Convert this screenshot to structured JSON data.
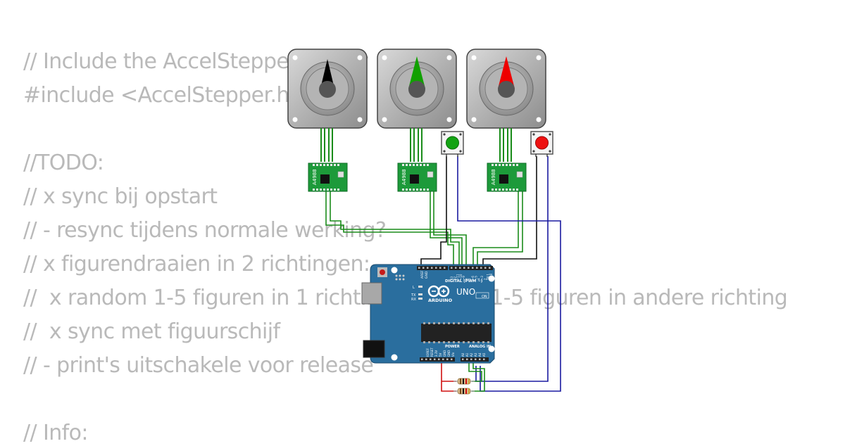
{
  "code_lines": [
    "// Include the AccelStepper library",
    "#include <AccelStepper.h>",
    "",
    "//TODO:",
    "// x sync bij opstart",
    "// - resync tijdens normale werking?",
    "// x figurendraaien in 2 richtingen:",
    "//  x random 1-5 figuren in 1 richting, random 1-5 figuren in andere richting",
    "//  x sync met figuurschijf",
    "// - print's uitschakele voor release",
    "",
    "// Info:"
  ],
  "motors": [
    {
      "pointer_color": "#000000"
    },
    {
      "pointer_color": "#11a000"
    },
    {
      "pointer_color": "#ee0000"
    }
  ],
  "drivers": [
    {
      "label": "A4988"
    },
    {
      "label": "A4988"
    },
    {
      "label": "A4988"
    }
  ],
  "buttons": [
    {
      "cap_color": "#13a313"
    },
    {
      "cap_color": "#ee1111"
    }
  ],
  "arduino": {
    "brand": "ARDUINO",
    "model": "UNO",
    "digital_label": "DIGITAL (PWM ~)",
    "power_label": "POWER",
    "analog_label": "ANALOG IN",
    "aref": "AREF",
    "gnd": "GND",
    "tx": "TX",
    "rx": "RX",
    "l": "L",
    "on": "ON",
    "power_pins": [
      "IOREF",
      "RESET",
      "3.3V",
      "5V",
      "GND",
      "GND",
      "Vin"
    ],
    "analog_pins": [
      "A0",
      "A1",
      "A2",
      "A3",
      "A4",
      "A5"
    ],
    "digital_pins": [
      "13",
      "12",
      "~11",
      "~10",
      "~9",
      "8",
      "7",
      "~6",
      "~5",
      "4",
      "~3",
      "2",
      "TX 1",
      "RX 0"
    ]
  },
  "colors": {
    "code_text": "#b9b9b9",
    "board": "#2a6e9e",
    "driver_pcb": "#1d9a3a",
    "wire_green": "#1a8c1a",
    "wire_blue": "#1a1aa0",
    "wire_black": "#111111",
    "wire_red": "#d01010"
  }
}
